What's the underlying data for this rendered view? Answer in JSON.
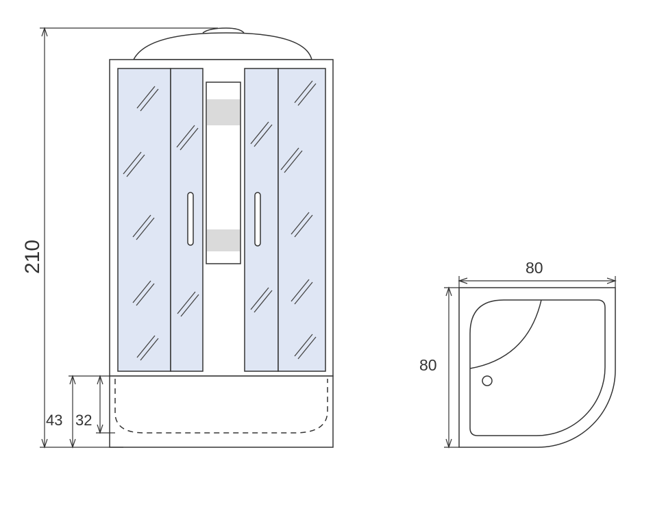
{
  "front_view": {
    "height_label": "210",
    "tray_height_label": "43",
    "tray_inner_height_label": "32"
  },
  "top_view": {
    "width_label": "80",
    "depth_label": "80"
  },
  "colors": {
    "glass": "#dfe6f4",
    "line": "#333333",
    "stripe": "#dadada"
  }
}
